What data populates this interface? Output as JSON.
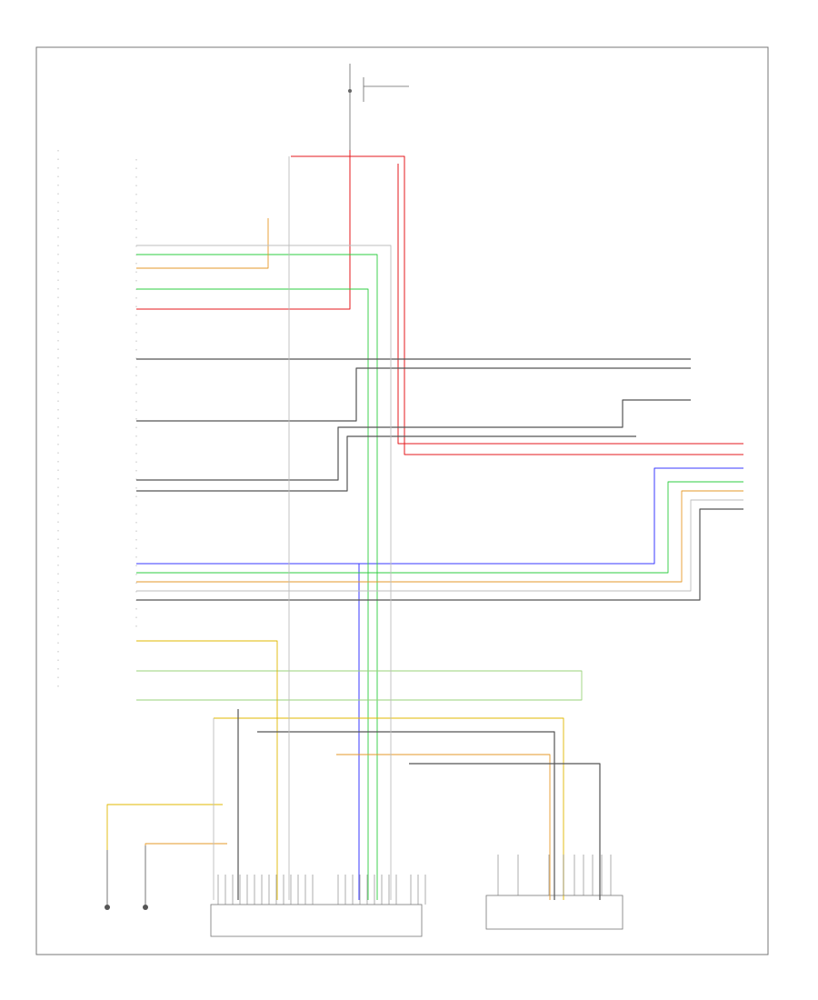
{
  "wires": [
    {
      "color": "#e41a1c",
      "width": 1.0
    },
    {
      "color": "#3a3aff",
      "width": 1.0
    },
    {
      "color": "#2ecc40",
      "width": 0.9
    },
    {
      "color": "#e0b800",
      "width": 0.9
    },
    {
      "color": "#e69a2a",
      "width": 0.9
    },
    {
      "color": "#555555",
      "width": 1.2
    },
    {
      "color": "#bdbdbd",
      "width": 0.9
    },
    {
      "color": "#9ad37a",
      "width": 0.9
    }
  ],
  "colors": {
    "frame": "#777777",
    "text": "#666666"
  }
}
